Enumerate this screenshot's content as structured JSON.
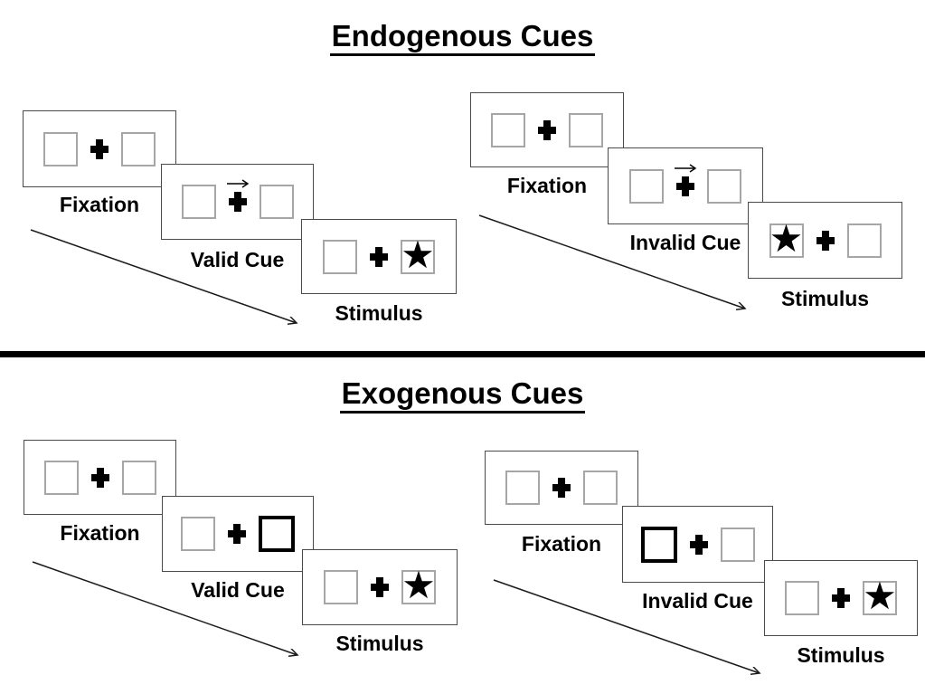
{
  "colors": {
    "background": "#ffffff",
    "panel_border": "#4a4a4a",
    "box_border": "#a6a6a6",
    "ink": "#000000"
  },
  "sections": [
    {
      "title": "Endogenous Cues",
      "groups": [
        {
          "name": "valid",
          "panels": [
            {
              "label": "Fixation",
              "arrow": "none",
              "left": {
                "kind": "empty",
                "glyph": ""
              },
              "right": {
                "kind": "empty",
                "glyph": ""
              }
            },
            {
              "label": "Valid Cue",
              "arrow": "right",
              "left": {
                "kind": "empty",
                "glyph": ""
              },
              "right": {
                "kind": "empty",
                "glyph": ""
              }
            },
            {
              "label": "Stimulus",
              "arrow": "none",
              "left": {
                "kind": "empty",
                "glyph": ""
              },
              "right": {
                "kind": "star",
                "glyph": "★"
              }
            }
          ]
        },
        {
          "name": "invalid",
          "panels": [
            {
              "label": "Fixation",
              "arrow": "none",
              "left": {
                "kind": "empty",
                "glyph": ""
              },
              "right": {
                "kind": "empty",
                "glyph": ""
              }
            },
            {
              "label": "Invalid Cue",
              "arrow": "right",
              "left": {
                "kind": "empty",
                "glyph": ""
              },
              "right": {
                "kind": "empty",
                "glyph": ""
              }
            },
            {
              "label": "Stimulus",
              "arrow": "none",
              "left": {
                "kind": "star",
                "glyph": "★"
              },
              "right": {
                "kind": "empty",
                "glyph": ""
              }
            }
          ]
        }
      ]
    },
    {
      "title": "Exogenous Cues",
      "groups": [
        {
          "name": "valid",
          "panels": [
            {
              "label": "Fixation",
              "arrow": "none",
              "left": {
                "kind": "empty",
                "glyph": ""
              },
              "right": {
                "kind": "empty",
                "glyph": ""
              }
            },
            {
              "label": "Valid Cue",
              "arrow": "none",
              "left": {
                "kind": "empty",
                "glyph": ""
              },
              "right": {
                "kind": "thick",
                "glyph": ""
              }
            },
            {
              "label": "Stimulus",
              "arrow": "none",
              "left": {
                "kind": "empty",
                "glyph": ""
              },
              "right": {
                "kind": "star",
                "glyph": "★"
              }
            }
          ]
        },
        {
          "name": "invalid",
          "panels": [
            {
              "label": "Fixation",
              "arrow": "none",
              "left": {
                "kind": "empty",
                "glyph": ""
              },
              "right": {
                "kind": "empty",
                "glyph": ""
              }
            },
            {
              "label": "Invalid Cue",
              "arrow": "none",
              "left": {
                "kind": "thick",
                "glyph": ""
              },
              "right": {
                "kind": "empty",
                "glyph": ""
              }
            },
            {
              "label": "Stimulus",
              "arrow": "none",
              "left": {
                "kind": "empty",
                "glyph": ""
              },
              "right": {
                "kind": "star",
                "glyph": "★"
              }
            }
          ]
        }
      ]
    }
  ]
}
